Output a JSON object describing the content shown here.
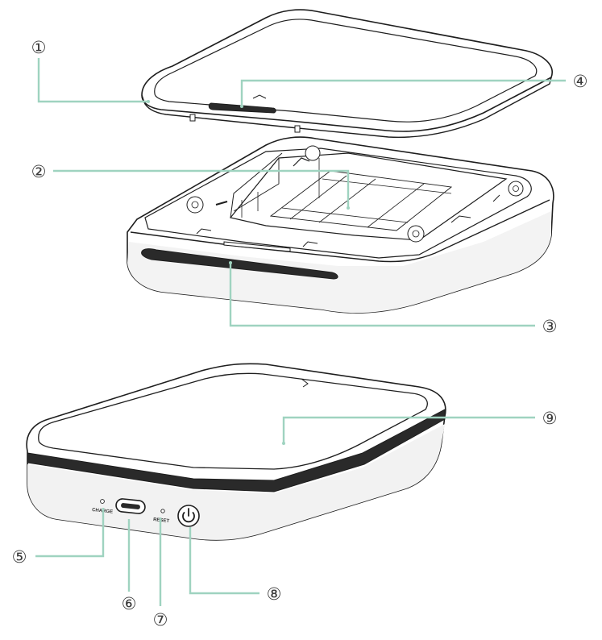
{
  "colors": {
    "leader": "#9fd3c0",
    "outline": "#1e1e1e",
    "body_fill": "#ffffff",
    "shade": "#f1f1f1",
    "dark_band": "#2a2a2a"
  },
  "device": {
    "port_labels": {
      "charge": "CHARGE",
      "reset": "RESET"
    }
  },
  "callouts": [
    {
      "id": "1",
      "label": "①",
      "part": "top-cover"
    },
    {
      "id": "2",
      "label": "②",
      "part": "paper-tray"
    },
    {
      "id": "3",
      "label": "③",
      "part": "output-slot"
    },
    {
      "id": "4",
      "label": "④",
      "part": "cover-slot"
    },
    {
      "id": "5",
      "label": "⑤",
      "part": "charge-indicator"
    },
    {
      "id": "6",
      "label": "⑥",
      "part": "usb-c-port"
    },
    {
      "id": "7",
      "label": "⑦",
      "part": "reset-button"
    },
    {
      "id": "8",
      "label": "⑧",
      "part": "power-button"
    },
    {
      "id": "9",
      "label": "⑨",
      "part": "top-surface"
    }
  ],
  "icons": [
    "power-icon",
    "usb-c-icon"
  ]
}
